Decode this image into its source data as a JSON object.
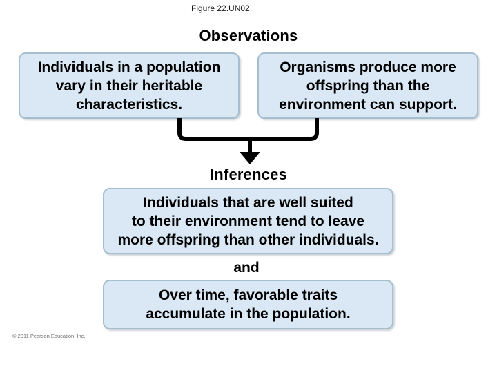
{
  "figure_label": "Figure 22.UN02",
  "headings": {
    "observations": "Observations",
    "inferences": "Inferences"
  },
  "observations": {
    "left_box_text": "Individuals in a population\nvary in their heritable\ncharacteristics.",
    "right_box_text": "Organisms produce more\noffspring than the\nenvironment can support."
  },
  "inferences": {
    "box1_text": "Individuals that are well suited\nto their environment tend to leave\nmore offspring than other individuals.",
    "connector_label": "and",
    "box2_text": "Over time, favorable traits\naccumulate in the population."
  },
  "footer": {
    "copyright": "© 2011 Pearson Education, Inc."
  },
  "icons": {
    "merge_arrow": "bracket-merge-down-arrow-icon"
  },
  "colors": {
    "background": "#ffffff",
    "box_fill": "#d9e8f4",
    "box_border": "#a6bfce",
    "line": "#000000",
    "text": "#000000",
    "copyright_text": "#6f6f6f"
  }
}
